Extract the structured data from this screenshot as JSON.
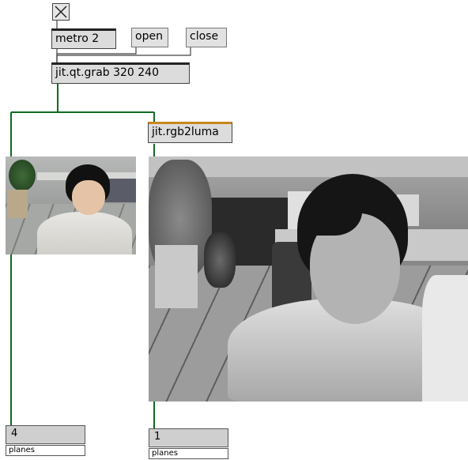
{
  "patch": {
    "toggle": {
      "checked": true
    },
    "metro": "metro 2",
    "open_msg": "open",
    "close_msg": "close",
    "grab": "jit.qt.grab 320 240",
    "rgb2luma": "jit.rgb2luma",
    "left_planes": {
      "value": "4",
      "label": "planes"
    },
    "right_planes": {
      "value": "1",
      "label": "planes"
    }
  },
  "colors": {
    "wire": "#106a22",
    "object_bg": "#dcdcdc",
    "orange_accent": "#c8871e"
  }
}
